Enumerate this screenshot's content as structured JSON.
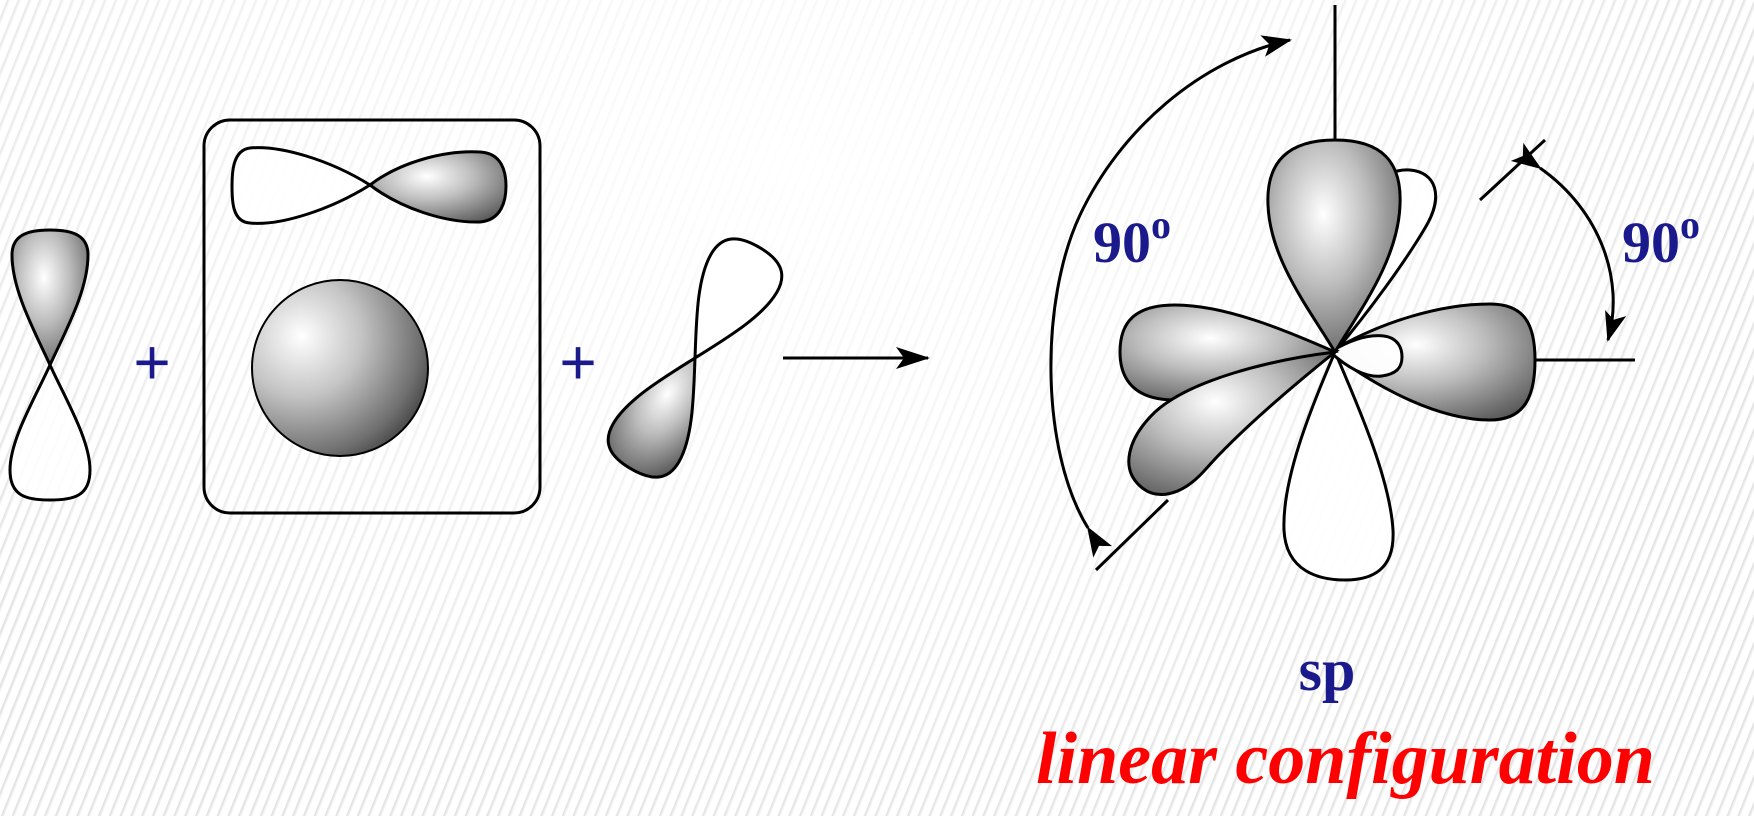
{
  "operators": {
    "plus_1": "+",
    "plus_2": "+"
  },
  "labels": {
    "angle_left": "90",
    "angle_right": "90",
    "degree_mark": "o",
    "hybrid": "sp"
  },
  "caption": "linear configuration",
  "colors": {
    "label_blue": "#1a1a8c",
    "caption_red": "#ff0000",
    "outline": "#000000",
    "lobe_shade": "#8a8a8a"
  }
}
